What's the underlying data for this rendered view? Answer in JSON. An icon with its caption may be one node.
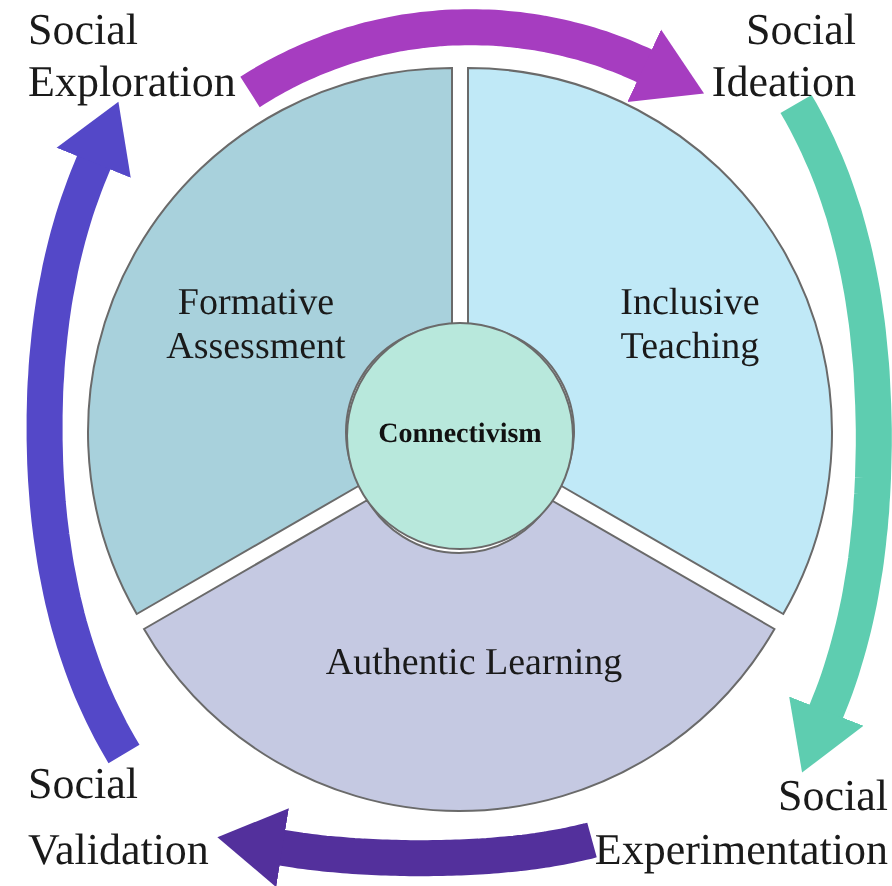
{
  "diagram": {
    "nodes": [
      {
        "text": [
          "Social Exploration"
        ]
      },
      {
        "text": [
          "Social Ideation"
        ]
      },
      {
        "text": [
          "Formative Assessment"
        ]
      },
      {
        "text": [
          "Inclusive Teaching"
        ]
      },
      {
        "text": [
          "Connectivism"
        ]
      },
      {
        "text": [
          "Authentic Learning"
        ]
      },
      {
        "text": [
          "Social Validation"
        ]
      },
      {
        "text": [
          "Social Experimentation"
        ]
      }
    ],
    "edges": [
      {
        "from": 0,
        "to": 1,
        "arrow": "to",
        "color": "#a63dc0"
      },
      {
        "from": 1,
        "to": 7,
        "arrow": "to",
        "color": "#5ecdb0"
      },
      {
        "from": 7,
        "to": 6,
        "arrow": "to",
        "color": "#53309c"
      },
      {
        "from": 6,
        "to": 0,
        "arrow": "to",
        "color": "#5448c8"
      }
    ]
  }
}
